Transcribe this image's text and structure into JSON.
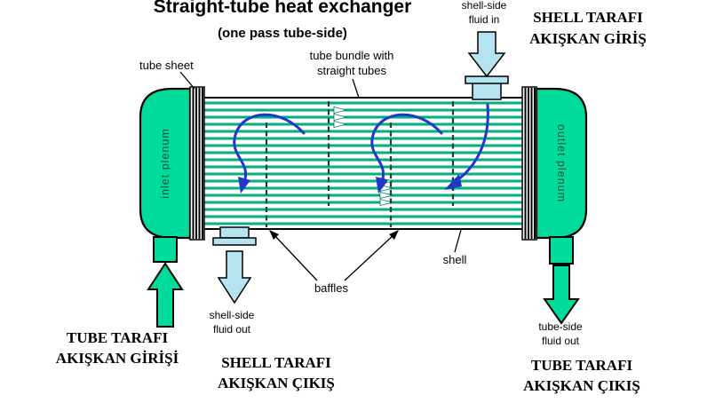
{
  "title": "Straight-tube heat exchanger",
  "subtitle": "(one pass tube-side)",
  "labels": {
    "tube_sheet": "tube sheet",
    "tube_bundle": [
      "tube bundle with",
      "straight tubes"
    ],
    "shell_side_in": [
      "shell-side",
      "fluid in"
    ],
    "shell_in_turkish": [
      "SHELL TARAFI",
      "AKIŞKAN GİRİŞ"
    ],
    "inlet_plenum": "inlet plenum",
    "outlet_plenum": "outlet plenum",
    "baffles": "baffles",
    "shell": "shell",
    "shell_side_out": [
      "shell-side",
      "fluid out"
    ],
    "shell_out_turkish": [
      "SHELL TARAFI",
      "AKIŞKAN ÇIKIŞ"
    ],
    "tube_in_turkish": [
      "TUBE TARAFI",
      "AKIŞKAN GİRİŞİ"
    ],
    "tube_side_out": [
      "tube-side",
      "fluid out"
    ],
    "tube_out_turkish": [
      "TUBE TARAFI",
      "AKIŞKAN ÇIKIŞ"
    ]
  },
  "colors": {
    "body": "#00DB9C",
    "tube": "#00B080",
    "shell_fluid": "#B5E3F2",
    "flow": "#2236C9"
  }
}
